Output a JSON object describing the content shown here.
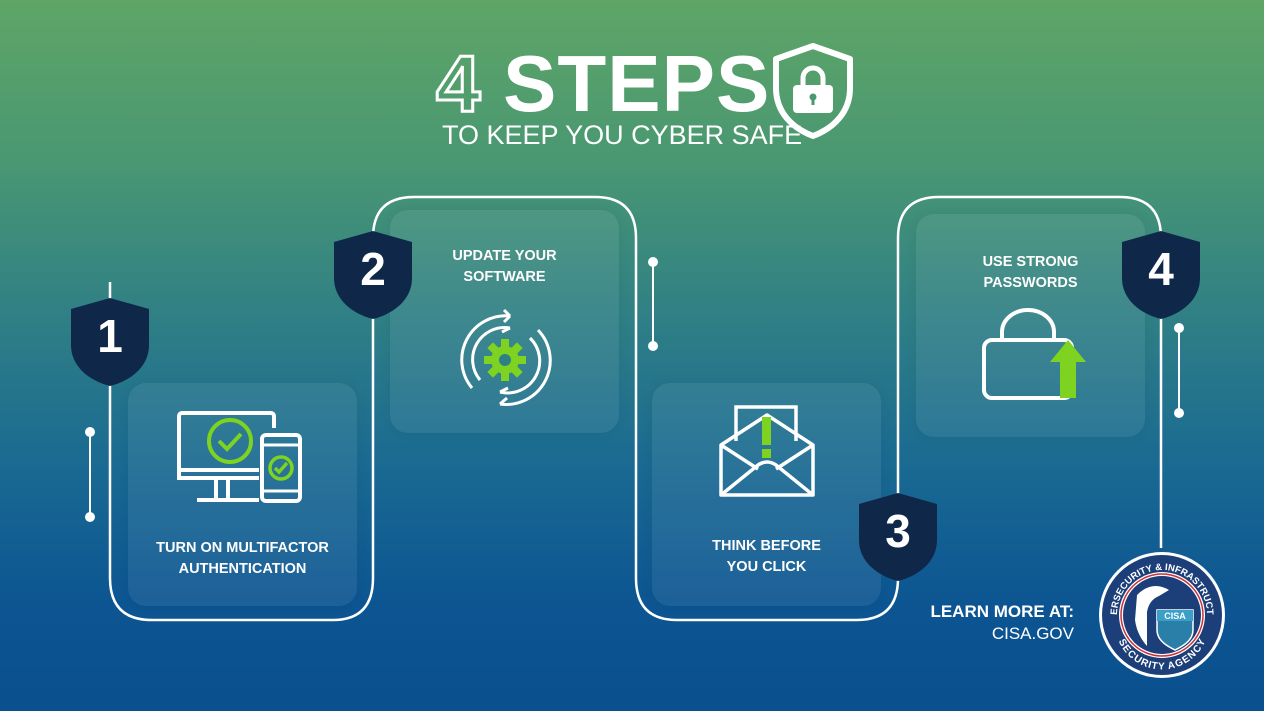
{
  "header": {
    "number": "4",
    "title": "STEPS",
    "subtitle": "TO KEEP YOU CYBER SAFE"
  },
  "steps": [
    {
      "number": "1",
      "line1": "TURN ON MULTIFACTOR",
      "line2": "AUTHENTICATION",
      "icon": "computer-phone-check-icon"
    },
    {
      "number": "2",
      "line1": "UPDATE YOUR",
      "line2": "SOFTWARE",
      "icon": "gear-refresh-icon"
    },
    {
      "number": "3",
      "line1": "THINK BEFORE",
      "line2": "YOU CLICK",
      "icon": "envelope-alert-icon"
    },
    {
      "number": "4",
      "line1": "USE STRONG",
      "line2": "PASSWORDS",
      "icon": "padlock-arrow-up-icon"
    }
  ],
  "footer": {
    "learn_more": "LEARN MORE AT:",
    "url": "CISA.GOV"
  },
  "logo": {
    "top_text": "CYBERSECURITY & INFRASTRUCTURE",
    "bottom_text": "SECURITY AGENCY",
    "center_text": "CISA"
  },
  "colors": {
    "accent_green": "#7ed321",
    "badge_navy": "#0f2748",
    "bg_top": "#5ea566",
    "bg_bottom": "#0a4f8e"
  }
}
